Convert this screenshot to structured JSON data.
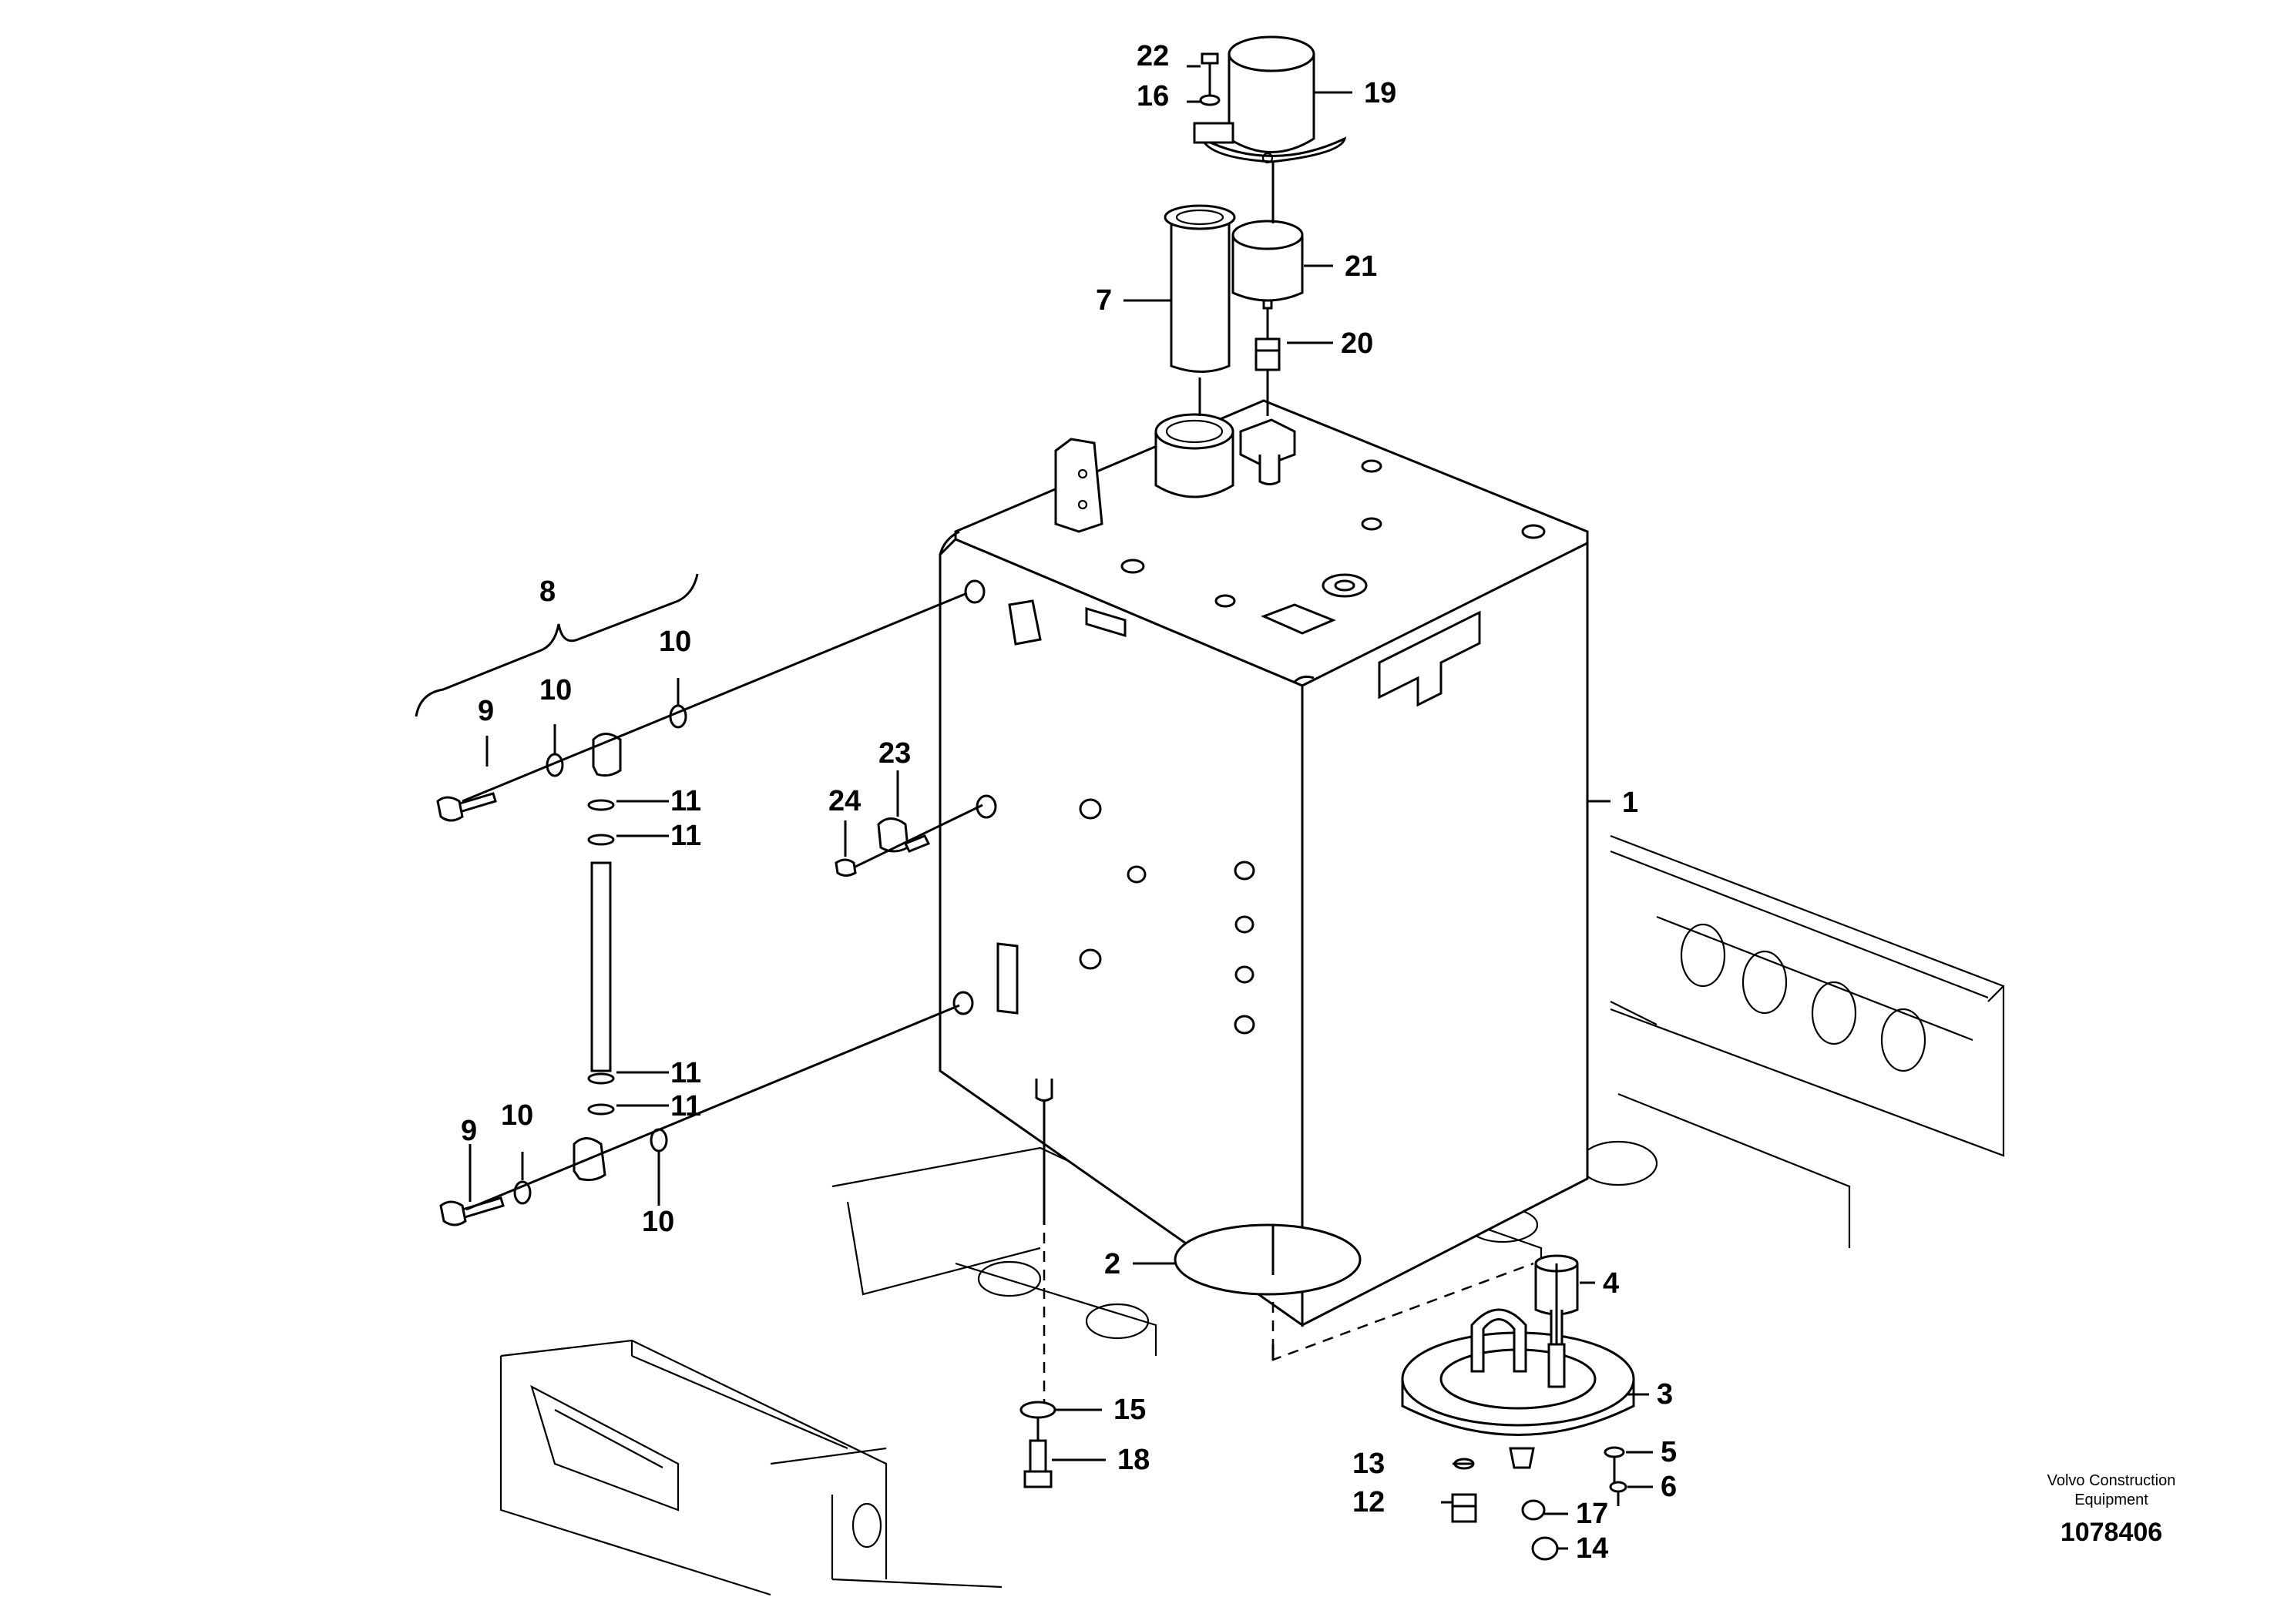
{
  "callouts": [
    "1",
    "2",
    "3",
    "4",
    "5",
    "6",
    "7",
    "8",
    "9",
    "9",
    "10",
    "10",
    "10",
    "10",
    "11",
    "11",
    "11",
    "11",
    "12",
    "13",
    "14",
    "15",
    "16",
    "17",
    "18",
    "19",
    "20",
    "21",
    "22",
    "23",
    "24"
  ],
  "brand": {
    "line1": "Volvo Construction",
    "line2": "Equipment"
  },
  "document_number": "1078406"
}
